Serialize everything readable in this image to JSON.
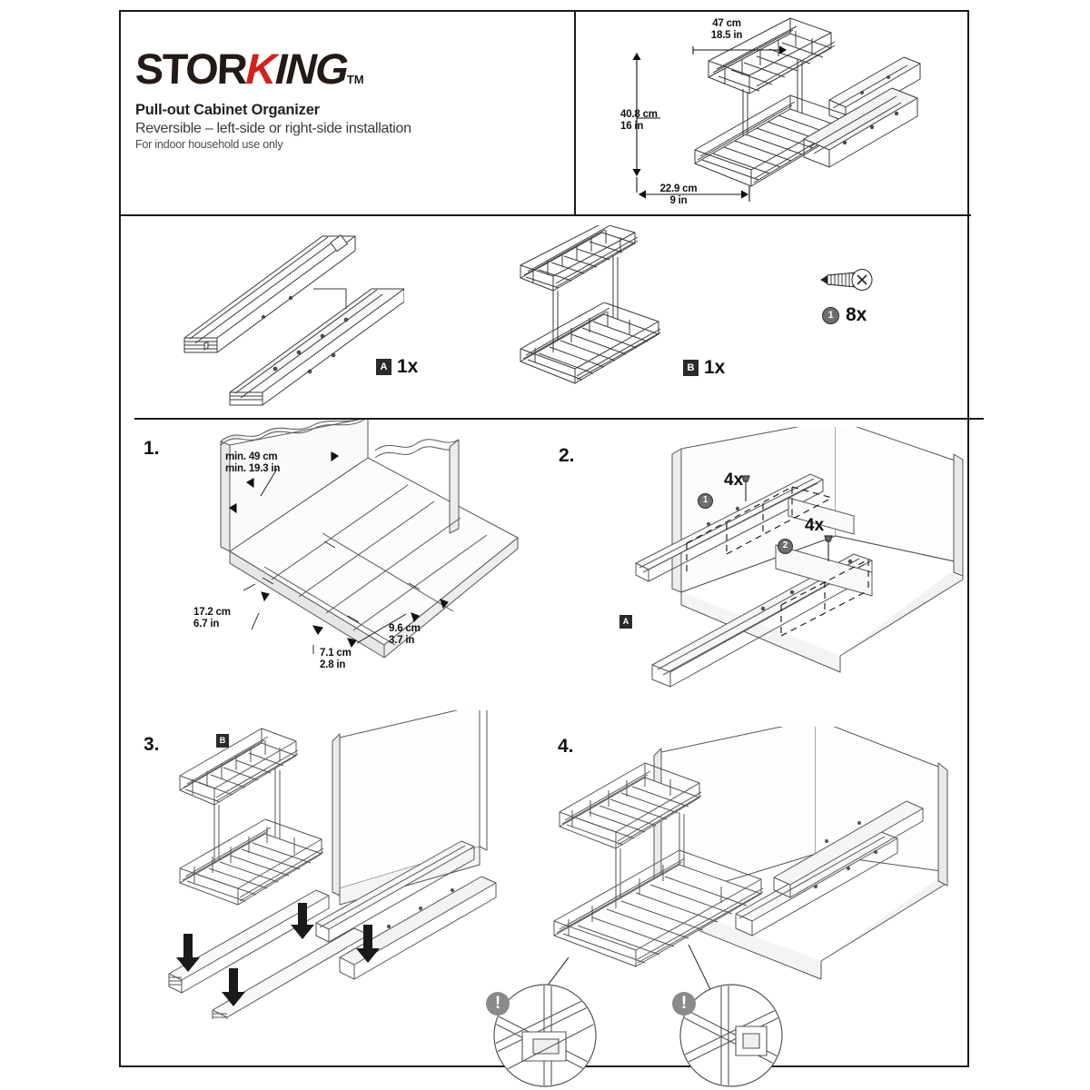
{
  "document": {
    "type": "assembly-instruction-sheet",
    "brand": {
      "logo_part1": "STOR",
      "logo_part2": "K",
      "logo_part3": "ING",
      "trademark": "TM",
      "accent_color": "#d32019",
      "text_color": "#231a17"
    },
    "product": {
      "title": "Pull-out Cabinet Organizer",
      "subtitle": "Reversible – left-side or right-side installation",
      "note": "For indoor household use only"
    }
  },
  "product_dimensions": {
    "width": "47 cm\n18.5 in",
    "height": "40.8 cm\n16 in",
    "depth": "22.9 cm\n9 in"
  },
  "parts_list": [
    {
      "tag": "A",
      "quantity": "1x",
      "name": "drawer-slide-rails"
    },
    {
      "tag": "B",
      "quantity": "1x",
      "name": "two-tier-wire-basket"
    },
    {
      "tag": "1",
      "quantity": "8x",
      "name": "screw"
    }
  ],
  "steps": [
    {
      "number": "1.",
      "labels": {
        "cabinet_width": "min. 49 cm\nmin. 19.3 in",
        "side_offset": "17.2 cm\n6.7 in",
        "front_offset": "7.1 cm\n2.8 in",
        "spacing": "9.6 cm\n3.7 in"
      }
    },
    {
      "number": "2.",
      "part_tag": "A",
      "fasteners": [
        {
          "id": "1",
          "count": "4x"
        },
        {
          "id": "2",
          "count": "4x"
        }
      ]
    },
    {
      "number": "3.",
      "part_tag": "B"
    },
    {
      "number": "4.",
      "callouts": [
        {
          "badge": "!",
          "name": "basket-clip-detail-left"
        },
        {
          "badge": "!",
          "name": "basket-clip-detail-right"
        }
      ]
    }
  ]
}
